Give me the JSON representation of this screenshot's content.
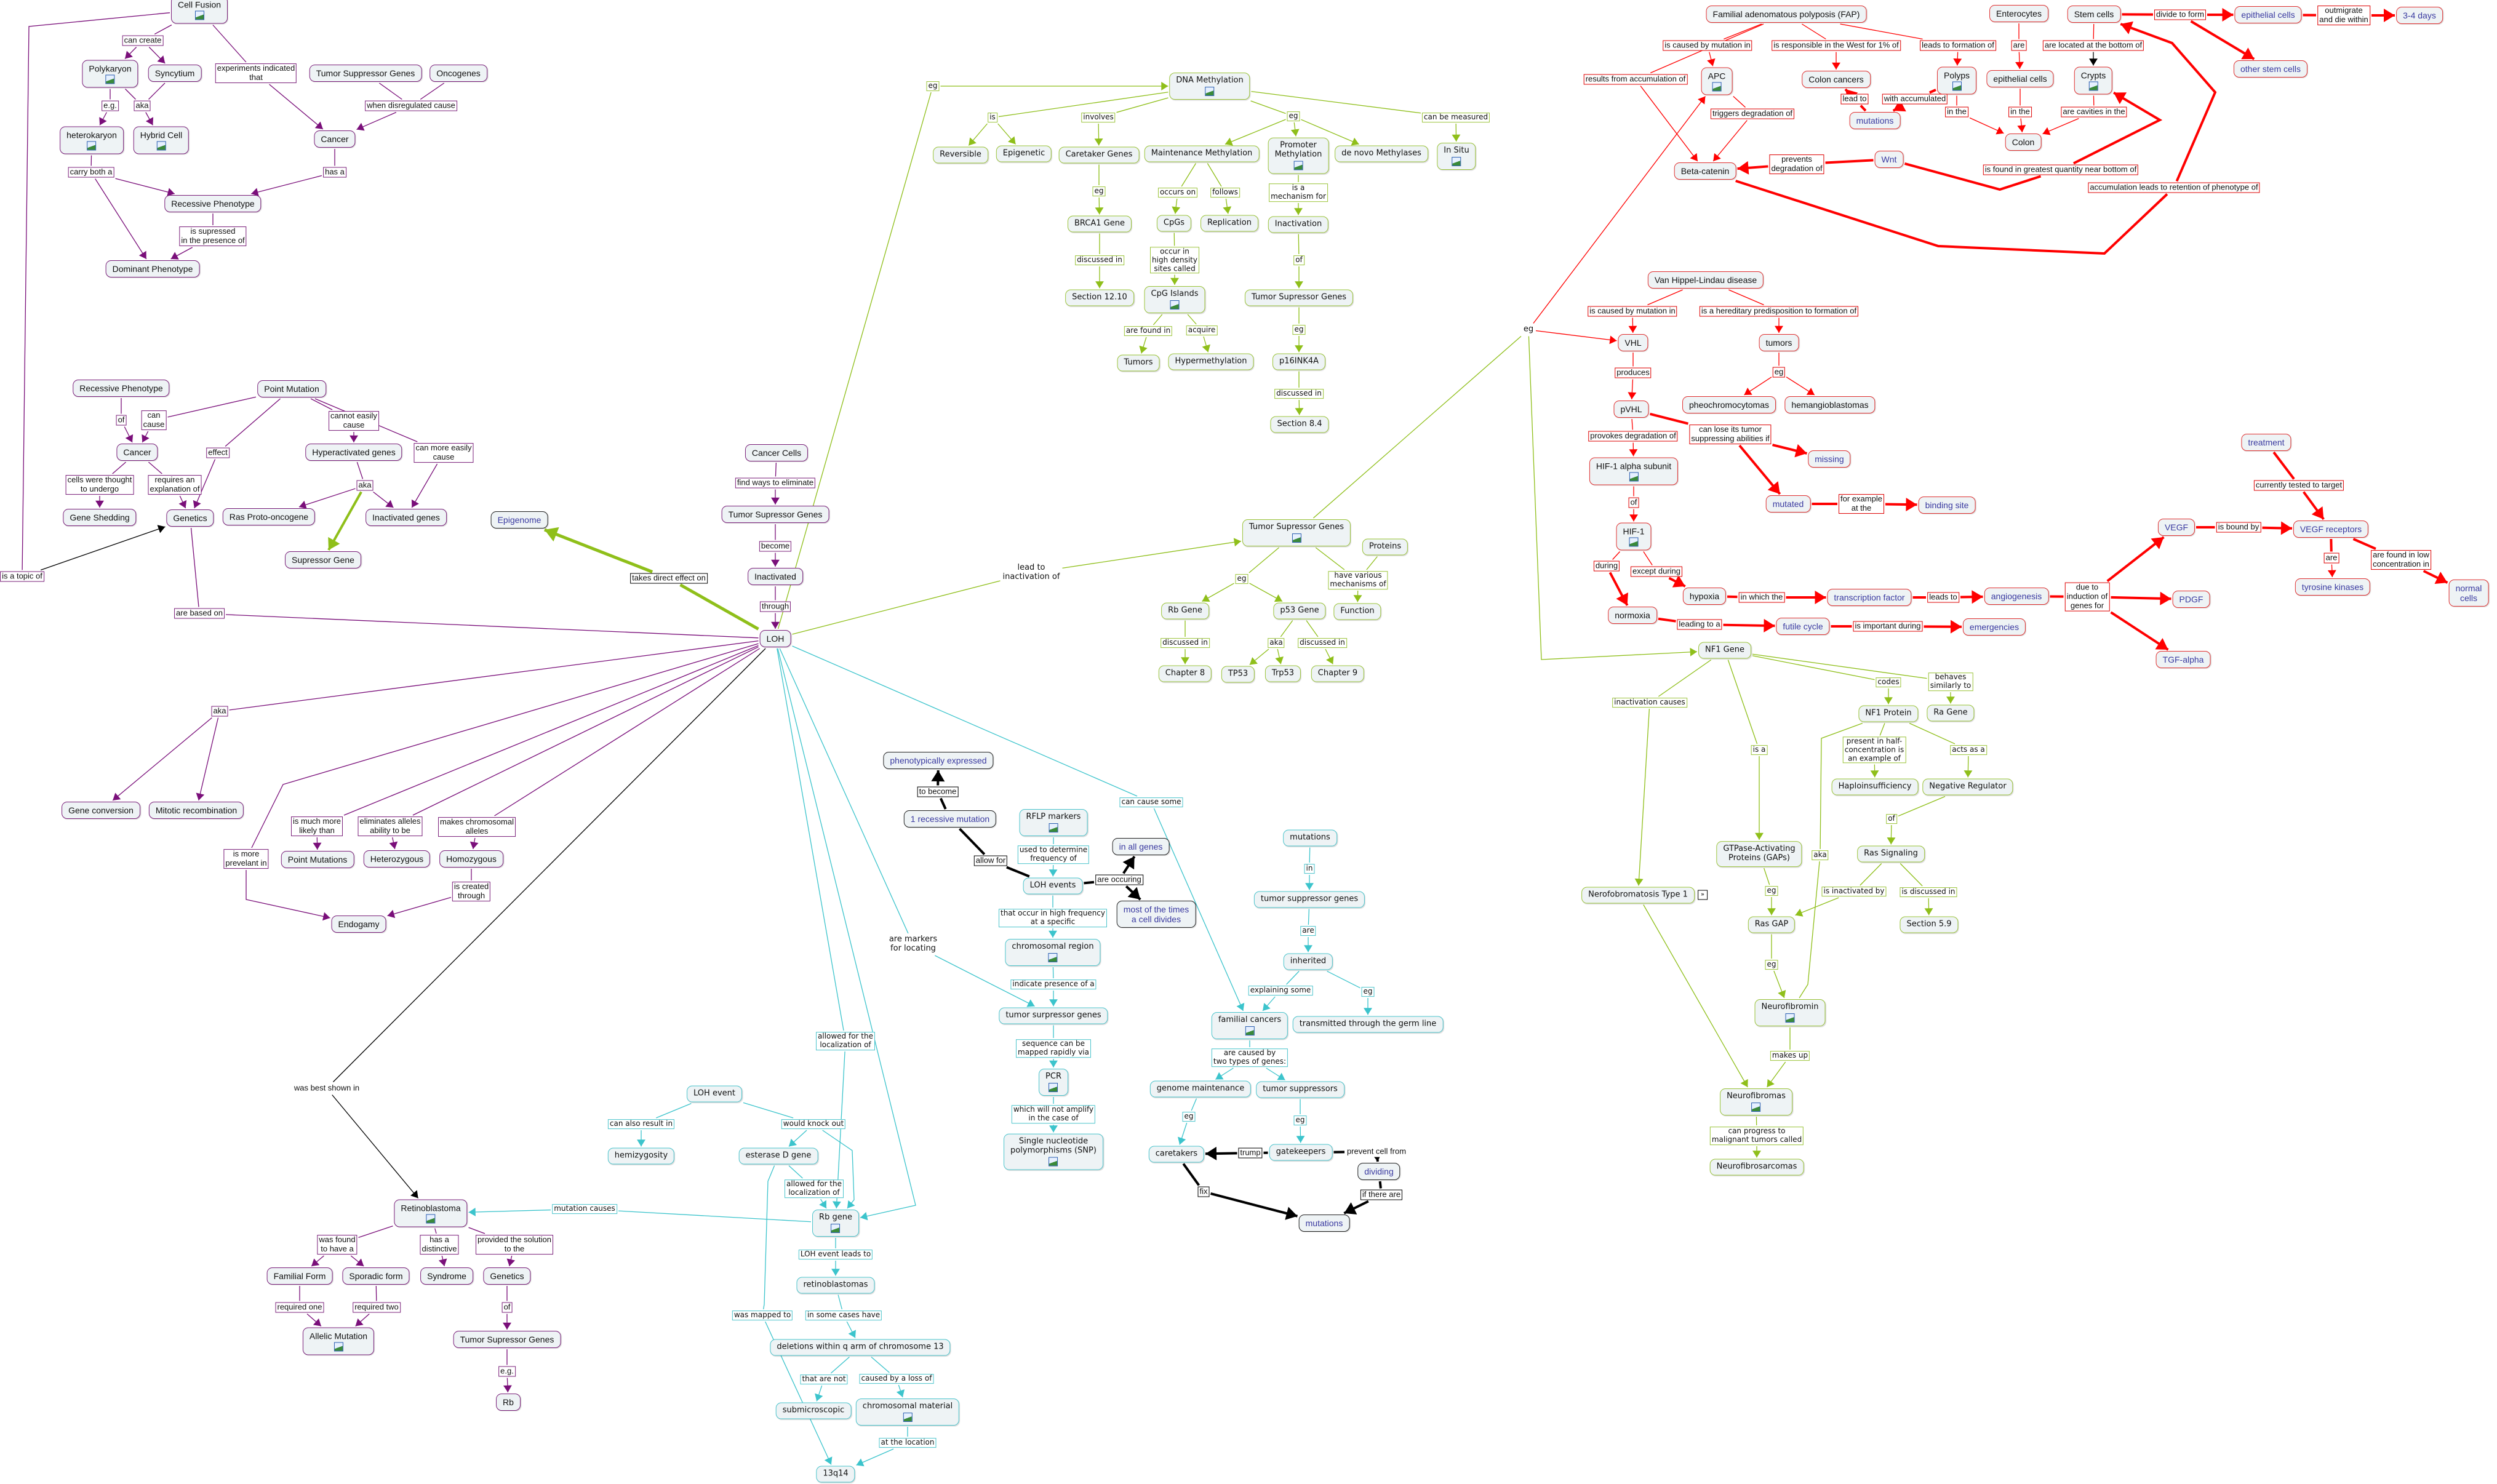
{
  "colors": {
    "purple": "#7a0f7a",
    "green": "#8fbf1a",
    "teal": "#3cc4cc",
    "red": "#ff0000",
    "black": "#000000",
    "blue_text": "#3a3aa0"
  },
  "icons": {
    "image": "image-icon",
    "expand": "expand-icon"
  },
  "nodes": {
    "cf": "Cell Fusion",
    "pcc": "can create",
    "poly": "Polykaryon",
    "syn": "Syncytium",
    "pexp": "experiments indicated\nthat",
    "tsg1": "Tumor Suppressor Genes",
    "onc": "Oncogenes",
    "peg1": "e.g.",
    "paka1": "aka",
    "pwdc": "when disregulated cause",
    "het": "heterokaryon",
    "hyb": "Hybrid Cell",
    "can1": "Cancer",
    "pcb": "carry both a",
    "pha": "has a",
    "rp1": "Recessive Phenotype",
    "pis": "is supressed\nin the presence of",
    "dp": "Dominant Phenotype",
    "rp2": "Recessive Phenotype",
    "pm": "Point Mutation",
    "pof1": "of",
    "pcan": "can\ncause",
    "pcec": "cannot easily\ncause",
    "can2": "Cancer",
    "peff": "effect",
    "hag": "Hyperactivated genes",
    "pcme": "can more easily\ncause",
    "pcwt": "cells were thought\nto undergo",
    "prae": "requires an\nexplanation of",
    "paka2": "aka",
    "gs": "Gene Shedding",
    "gen2": "Genetics",
    "rpo": "Ras Proto-oncogene",
    "ing": "Inactivated genes",
    "sg": "Supressor Gene",
    "ptopic": "is a topic of",
    "pbased": "are based on",
    "cc": "Cancer Cells",
    "pfw": "find ways to eliminate",
    "tsg2": "Tumor Supressor Genes",
    "pbec": "become",
    "inact": "Inactivated",
    "pthr": "through",
    "loh": "LOH",
    "epi": "Epigenome",
    "ptde": "takes direct effect on",
    "paka3": "aka",
    "gc": "Gene conversion",
    "mr": "Mitotic recombination",
    "pml": "is much more\nlikely than",
    "pel": "eliminates alleles\nability to be",
    "pmc": "makes chromosomal\nalleles",
    "pmore": "is more\nprevelant in",
    "pms": "Point Mutations",
    "het2": "Heterozygous",
    "homo": "Homozygous",
    "pict": "is created\nthrough",
    "endo": "Endogamy",
    "pbest": "was best shown in",
    "retino": "Retinoblastoma",
    "pwf": "was found\nto have a",
    "phd": "has a\ndistinctive",
    "pps": "provided the solution\nto the",
    "ff": "Familial Form",
    "sf": "Sporadic form",
    "syndr": "Syndrome",
    "gen3": "Genetics",
    "pro": "required one",
    "prt": "required two",
    "pof2": "of",
    "am": "Allelic Mutation",
    "tsg3": "Tumor Supressor Genes",
    "peg2": "e.g.",
    "rb": "Rb",
    "pafl1": "allowed for the\nlocalization of",
    "lohe": "LOH event",
    "pcar": "can also result in",
    "pwko": "would knock out",
    "hemi": "hemizygosity",
    "esd": "esterase D gene",
    "pafl2": "allowed for the\nlocalization of",
    "pmcause": "mutation causes",
    "rbg": "Rb gene",
    "plel": "LOH event leads to",
    "retb": "retinoblastomas",
    "pwmt": "was mapped to",
    "pisc": "in some cases have",
    "del": "deletions within q arm of chromosome 13",
    "ptan": "that are not",
    "pcbl": "caused by a loss of",
    "subm": "submicroscopic",
    "chm": "chromosomal material",
    "patl": "at the location",
    "q14": "13q14",
    "pe": "phenotypically expressed",
    "ptb": "to become",
    "rm": "1 recessive mutation",
    "rflp": "RFLP markers",
    "pused": "used to determine\nfrequency of",
    "paf": "allow for",
    "lohev": "LOH events",
    "pao": "are occuring",
    "iag": "in all genes",
    "mott": "most of the times\na cell divides",
    "pthat": "that occur in high frequency\nat a specific",
    "chr": "chromosomal region",
    "pind": "indicate presence of a",
    "tsgs": "tumor surpressor genes",
    "pseq": "sequence can be\nmapped rapidly via",
    "pcr": "PCR",
    "pwhich": "which will not amplify\nin the case of",
    "snp": "Single nucleotide\npolymorphisms (SNP)",
    "pmark": "are markers\nfor locating",
    "pccs": "can cause some",
    "mut1": "mutations",
    "pin": "in",
    "tsg4": "tumor suppressor genes",
    "pare": "are",
    "inh": "inherited",
    "pexs": "explaining some",
    "peg3": "eg",
    "fam": "familial cancers",
    "tgl": "transmitted through the germ line",
    "pcb2": "are caused by\ntwo types of genes:",
    "gm": "genome maintenance",
    "ts": "tumor suppressors",
    "peg4": "eg",
    "peg5": "eg",
    "ct": "caretakers",
    "ptr": "trump",
    "gk": "gatekeepers",
    "ppc": "prevent cell from",
    "div": "dividing",
    "pfix": "fix",
    "pite": "if there are",
    "mut2": "mutations",
    "pegA": "eg",
    "dna": "DNA Methylation",
    "pis2": "is",
    "pinv": "involves",
    "pegB": "eg",
    "pcbm": "can be measured",
    "rev": "Reversible",
    "epig": "Epigenetic",
    "ctg": "Caretaker Genes",
    "mm": "Maintenance Methylation",
    "pmeth": "Promoter\nMethylation",
    "dnm": "de novo Methylases",
    "insitu": "In Situ",
    "pegC": "eg",
    "pocc": "occurs on",
    "pfol": "follows",
    "pisam": "is a\nmechanism for",
    "brca": "BRCA1 Gene",
    "cpgs": "CpGs",
    "repl": "Replication",
    "inactv": "Inactivation",
    "pdi1": "discussed in",
    "poihd": "occur in\nhigh density\nsites called",
    "pof3": "of",
    "s1210": "Section 12.10",
    "cpgi": "CpG Islands",
    "tsg5": "Tumor Supressor Genes",
    "pafi": "are found in",
    "pacq": "acquire",
    "pegD": "eg",
    "tumors": "Tumors",
    "hyper": "Hypermethylation",
    "p16": "p16INK4A",
    "pdi2": "discussed in",
    "s84": "Section 8.4",
    "plti": "lead to\ninactivation of",
    "tsg6": "Tumor Supressor Genes",
    "prot": "Proteins",
    "pegE": "eg",
    "phvm": "have various\nmechanisms of",
    "rbG": "Rb Gene",
    "p53": "p53 Gene",
    "func": "Function",
    "pdi3": "discussed in",
    "paka4": "aka",
    "pdi4": "discussed in",
    "ch8": "Chapter 8",
    "tp53": "TP53",
    "trp53": "Trp53",
    "ch9": "Chapter 9",
    "pegF": "eg",
    "nf1": "NF1 Gene",
    "pcodes": "codes",
    "pbst": "behaves\nsimilarly to",
    "pinc": "inactivation causes",
    "nf1p": "NF1 Protein",
    "rag": "Ra Gene",
    "pisa": "is a",
    "pphc": "present in half-\nconcentration is\nan example of",
    "paca": "acts as a",
    "haplo": "Haploinsufficiency",
    "neg": "Negative Regulator",
    "pof4": "of",
    "gap": "GTPase-Activating\nProteins (GAPs)",
    "paka5": "aka",
    "rass": "Ras Signaling",
    "nt1": "Nerofobromatosis Type 1",
    "pegG": "eg",
    "piib": "is inactivated by",
    "pidi": "is discussed in",
    "rgap": "Ras GAP",
    "s59": "Section 5.9",
    "pegH": "eg",
    "nfm": "Neurofibromin",
    "pmu": "makes up",
    "nfs": "Neurofibromas",
    "pcpt": "can progress to\nmalignant tumors called",
    "nfsarc": "Neurofibrosarcomas",
    "fap": "Familial adenomatous polyposis (FAP)",
    "entero": "Enterocytes",
    "stem": "Stem cells",
    "pdtf": "divide to form",
    "epc1": "epithelial cells",
    "pout": "outmigrate\nand die within",
    "days": "3-4 days",
    "pcmi": "is caused by mutation in",
    "presp": "is responsible in the West for 1% of",
    "plfo": "leads to formation of",
    "pare2": "are",
    "palb": "are located at the bottom of",
    "osc": "other stem cells",
    "prfa": "results from accumulation of",
    "apc": "APC",
    "cc2": "Colon cancers",
    "polyps": "Polyps",
    "epc2": "epithelial cells",
    "crypts": "Crypts",
    "plt": "lead to",
    "pwa": "with accumulated",
    "ptdo": "triggers degradation of",
    "mut3": "mutations",
    "pin2": "in the",
    "pin3": "in the",
    "pacit": "are cavities in the",
    "colon": "Colon",
    "pprev": "prevents\ndegradation of",
    "wnt": "Wnt",
    "bc": "Beta-catenin",
    "pfound": "is found in greatest quantity near bottom of",
    "paccum": "accumulation leads to retention of phenotype of",
    "vhld": "Van Hippel-Lindau disease",
    "pcmi2": "is caused by mutation in",
    "phered": "is a hereditary predisposition to formation of",
    "vhl": "VHL",
    "tumr": "tumors",
    "pprod": "produces",
    "peg6": "eg",
    "pvhl": "pVHL",
    "pheo": "pheochromocytomas",
    "hema": "hemangioblastomas",
    "pcl": "can lose its tumor\nsuppressing abilities if",
    "pprov": "provokes degradation of",
    "missing": "missing",
    "hif1a": "HIF-1 alpha subunit",
    "pof5": "of",
    "mutated": "mutated",
    "pfe": "for example\nat the",
    "bind": "binding site",
    "treat": "treatment",
    "pcur": "currently tested to target",
    "hif1": "HIF-1",
    "vegf": "VEGF",
    "pbb": "is bound by",
    "vegfr": "VEGF receptors",
    "pdur": "during",
    "pexc": "except during",
    "pare3": "are",
    "pfl": "are found in low\nconcentration in",
    "tyro": "tyrosine kinases",
    "normal": "normal cells",
    "hypoxia": "hypoxia",
    "pwt": "in which the",
    "tf": "transcription factor",
    "plt2": "leads to",
    "ang": "angiogenesis",
    "pdue": "due to\ninduction of\ngenes for",
    "pdgf": "PDGF",
    "normoxia": "normoxia",
    "plta": "leading to a",
    "futile": "futile cycle",
    "pimp": "is important during",
    "emerg": "emergencies",
    "tgf": "TGF-alpha"
  }
}
